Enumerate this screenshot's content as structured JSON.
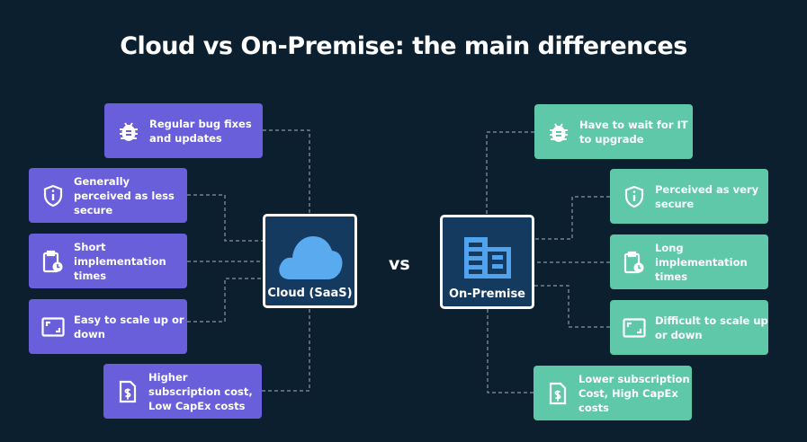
{
  "title": "Cloud vs On-Premise: the main differences",
  "vs_label": "vs",
  "colors": {
    "background": "#0b1f2e",
    "cloud_accent": "#6a5fdb",
    "onprem_accent": "#5ec8a8",
    "node": "#153a5f"
  },
  "cloud": {
    "label": "Cloud (SaaS)",
    "icon": "cloud-icon",
    "items": [
      {
        "icon": "bug-icon",
        "text": "Regular bug fixes and updates"
      },
      {
        "icon": "shield-info-icon",
        "text": "Generally perceived as less secure"
      },
      {
        "icon": "clipboard-clock-icon",
        "text": "Short implementation times"
      },
      {
        "icon": "resize-icon",
        "text": "Easy to scale up or down"
      },
      {
        "icon": "invoice-dollar-icon",
        "text": "Higher subscription cost, Low CapEx costs"
      }
    ]
  },
  "onprem": {
    "label": "On-Premise",
    "icon": "building-icon",
    "items": [
      {
        "icon": "bug-icon",
        "text": "Have to wait for IT to upgrade"
      },
      {
        "icon": "shield-info-icon",
        "text": "Perceived as very secure"
      },
      {
        "icon": "clipboard-clock-icon",
        "text": "Long implementation times"
      },
      {
        "icon": "resize-icon",
        "text": "Difficult to scale up or down"
      },
      {
        "icon": "invoice-dollar-icon",
        "text": "Lower subscription Cost, High CapEx costs"
      }
    ]
  }
}
